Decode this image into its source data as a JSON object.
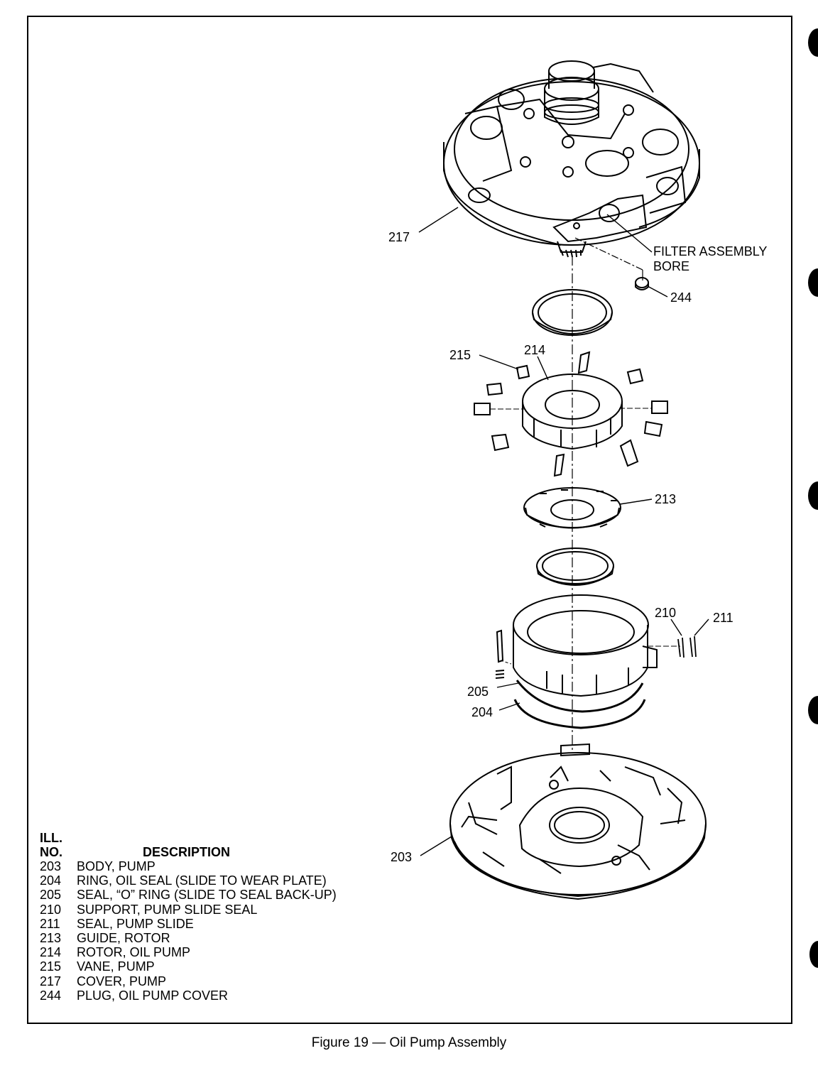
{
  "callouts": {
    "c217": "217",
    "filter_line1": "FILTER ASSEMBLY",
    "filter_line2": "BORE",
    "c244": "244",
    "c215": "215",
    "c214": "214",
    "c213": "213",
    "c210": "210",
    "c211": "211",
    "c205": "205",
    "c204": "204",
    "c203": "203"
  },
  "legend": {
    "header_ill": "ILL.",
    "header_no": "NO.",
    "header_desc": "DESCRIPTION",
    "items": [
      {
        "num": "203",
        "desc": "BODY, PUMP"
      },
      {
        "num": "204",
        "desc": "RING, OIL SEAL (SLIDE TO WEAR PLATE)"
      },
      {
        "num": "205",
        "desc": "SEAL, “O” RING (SLIDE TO SEAL BACK-UP)"
      },
      {
        "num": "210",
        "desc": "SUPPORT, PUMP SLIDE SEAL"
      },
      {
        "num": "211",
        "desc": "SEAL, PUMP SLIDE"
      },
      {
        "num": "213",
        "desc": "GUIDE, ROTOR"
      },
      {
        "num": "214",
        "desc": "ROTOR, OIL PUMP"
      },
      {
        "num": "215",
        "desc": "VANE, PUMP"
      },
      {
        "num": "217",
        "desc": "COVER, PUMP"
      },
      {
        "num": "244",
        "desc": "PLUG, OIL PUMP COVER"
      }
    ]
  },
  "caption": "Figure 19 — Oil Pump Assembly"
}
